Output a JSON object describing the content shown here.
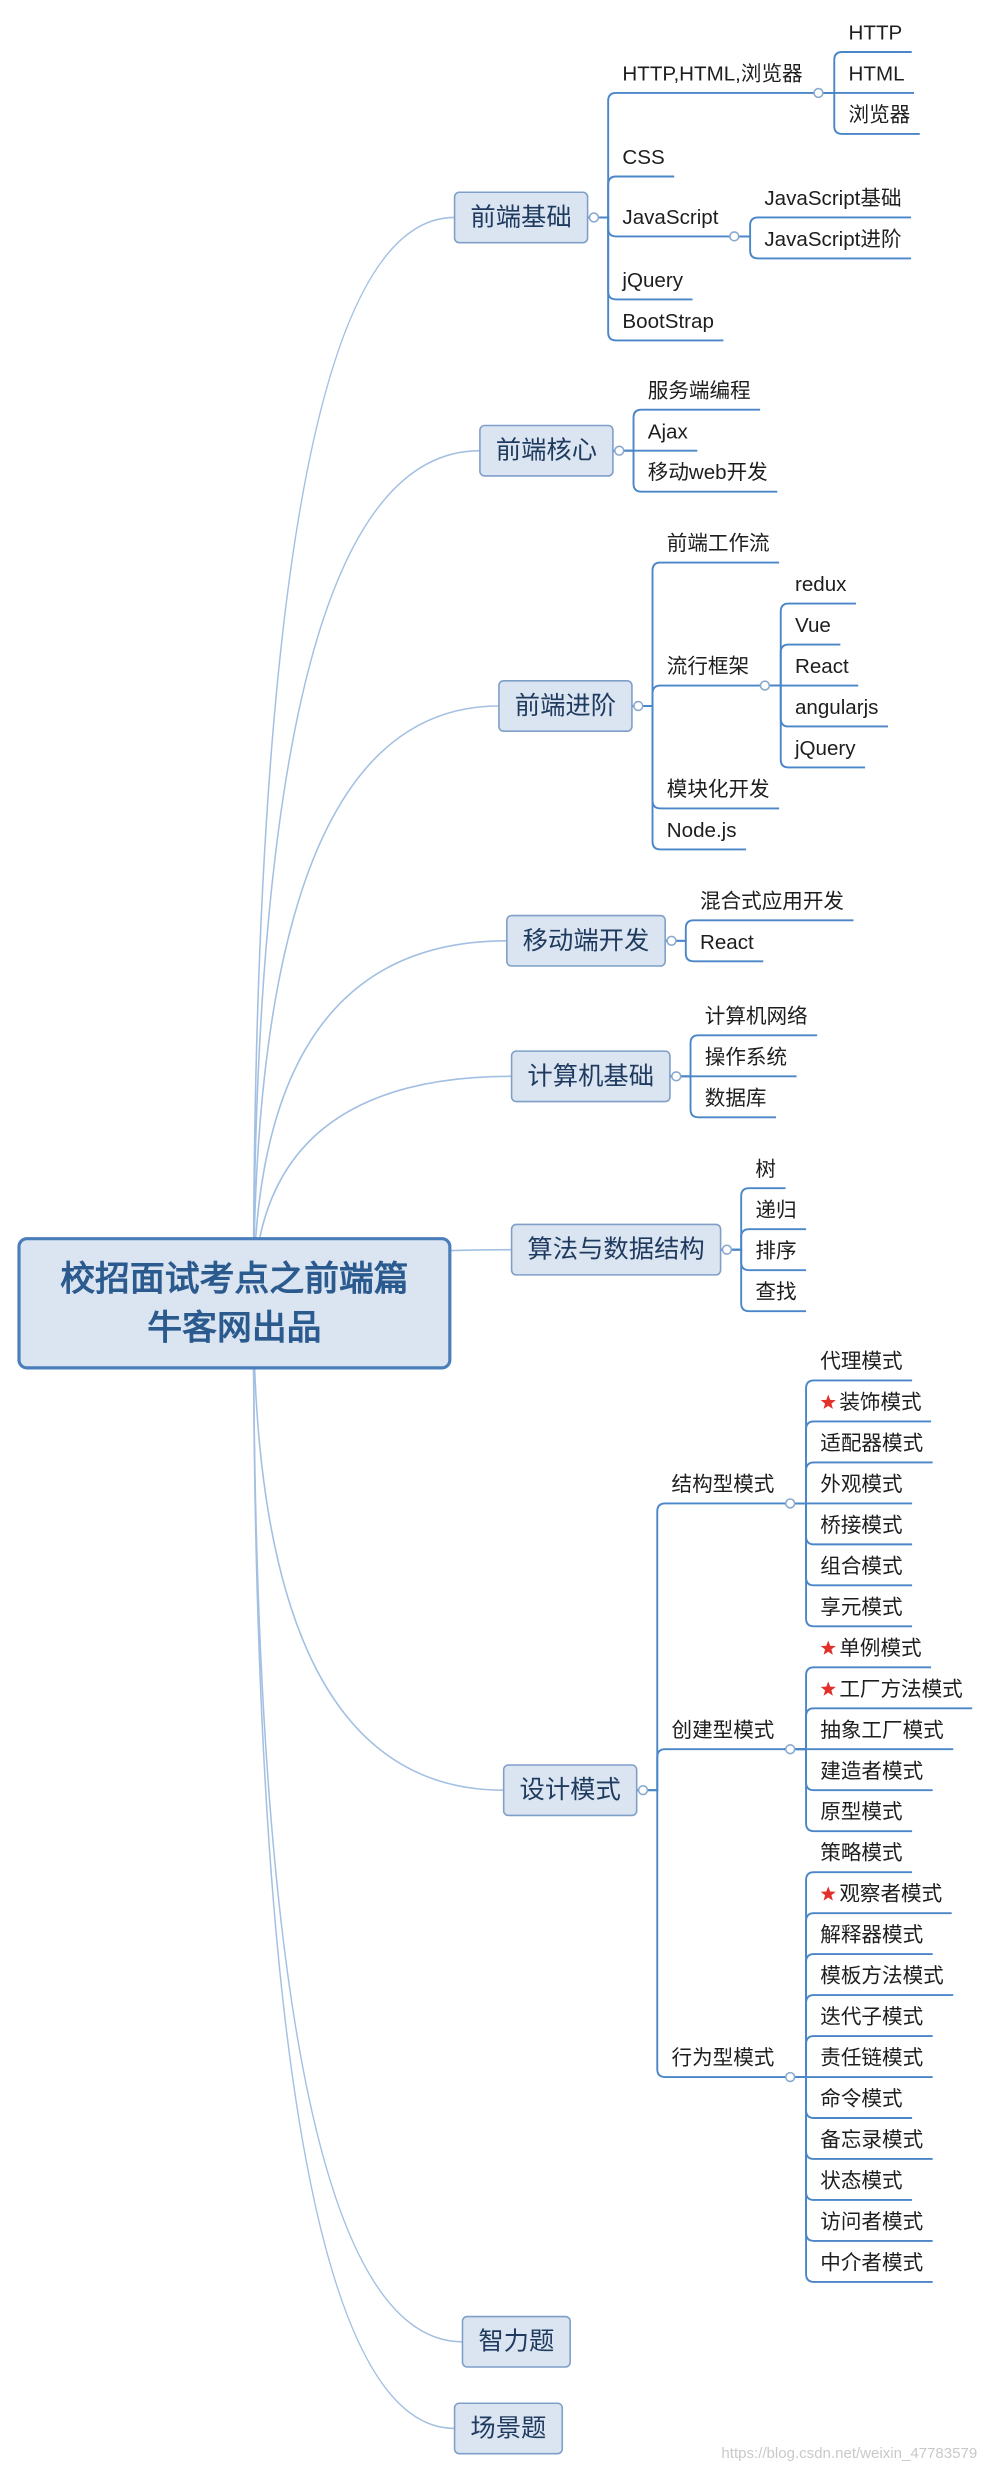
{
  "root": {
    "title_line1": "校招面试考点之前端篇",
    "title_line2": "牛客网出品"
  },
  "branches": [
    {
      "label": "前端基础",
      "children": [
        {
          "label": "HTTP,HTML,浏览器",
          "children": [
            {
              "label": "HTTP"
            },
            {
              "label": "HTML"
            },
            {
              "label": "浏览器"
            }
          ]
        },
        {
          "label": "CSS"
        },
        {
          "label": "JavaScript",
          "children": [
            {
              "label": "JavaScript基础"
            },
            {
              "label": "JavaScript进阶"
            }
          ]
        },
        {
          "label": "jQuery"
        },
        {
          "label": "BootStrap"
        }
      ]
    },
    {
      "label": "前端核心",
      "children": [
        {
          "label": "服务端编程"
        },
        {
          "label": "Ajax"
        },
        {
          "label": "移动web开发"
        }
      ]
    },
    {
      "label": "前端进阶",
      "children": [
        {
          "label": "前端工作流"
        },
        {
          "label": "流行框架",
          "children": [
            {
              "label": "redux"
            },
            {
              "label": "Vue"
            },
            {
              "label": "React"
            },
            {
              "label": "angularjs"
            },
            {
              "label": "jQuery"
            }
          ]
        },
        {
          "label": "模块化开发"
        },
        {
          "label": "Node.js"
        }
      ]
    },
    {
      "label": "移动端开发",
      "children": [
        {
          "label": "混合式应用开发"
        },
        {
          "label": "React"
        }
      ]
    },
    {
      "label": "计算机基础",
      "children": [
        {
          "label": "计算机网络"
        },
        {
          "label": "操作系统"
        },
        {
          "label": "数据库"
        }
      ]
    },
    {
      "label": "算法与数据结构",
      "children": [
        {
          "label": "树"
        },
        {
          "label": "递归"
        },
        {
          "label": "排序"
        },
        {
          "label": "查找"
        }
      ]
    },
    {
      "label": "设计模式",
      "children": [
        {
          "label": "结构型模式",
          "children": [
            {
              "label": "代理模式"
            },
            {
              "label": "装饰模式",
              "starred": true
            },
            {
              "label": "适配器模式"
            },
            {
              "label": "外观模式"
            },
            {
              "label": "桥接模式"
            },
            {
              "label": "组合模式"
            },
            {
              "label": "享元模式"
            }
          ]
        },
        {
          "label": "创建型模式",
          "children": [
            {
              "label": "单例模式",
              "starred": true
            },
            {
              "label": "工厂方法模式",
              "starred": true
            },
            {
              "label": "抽象工厂模式"
            },
            {
              "label": "建造者模式"
            },
            {
              "label": "原型模式"
            }
          ]
        },
        {
          "label": "行为型模式",
          "children": [
            {
              "label": "策略模式"
            },
            {
              "label": "观察者模式",
              "starred": true
            },
            {
              "label": "解释器模式"
            },
            {
              "label": "模板方法模式"
            },
            {
              "label": "迭代子模式"
            },
            {
              "label": "责任链模式"
            },
            {
              "label": "命令模式"
            },
            {
              "label": "备忘录模式"
            },
            {
              "label": "状态模式"
            },
            {
              "label": "访问者模式"
            },
            {
              "label": "中介者模式"
            }
          ]
        }
      ]
    },
    {
      "label": "智力题"
    },
    {
      "label": "场景题"
    }
  ],
  "watermark": "https://blog.csdn.net/weixin_47783579",
  "icons": {
    "starred_marker": "star-icon",
    "collapse_toggle": "collapse-toggle-icon"
  },
  "colors": {
    "background": "#ffffff",
    "root_fill": "#dbe5f1",
    "root_border": "#4a7ebb",
    "root_text": "#2b5a8e",
    "topic_fill": "#dbe5f1",
    "topic_border": "#7f9fc8",
    "topic_text": "#1f3a5f",
    "leaf_text": "#1e1e1e",
    "branch_curve": "#a3c0e2",
    "connector": "#4a86c8",
    "toggle_border": "#8aa9cf",
    "star": "#e2302a",
    "watermark": "#c9c9c9"
  }
}
